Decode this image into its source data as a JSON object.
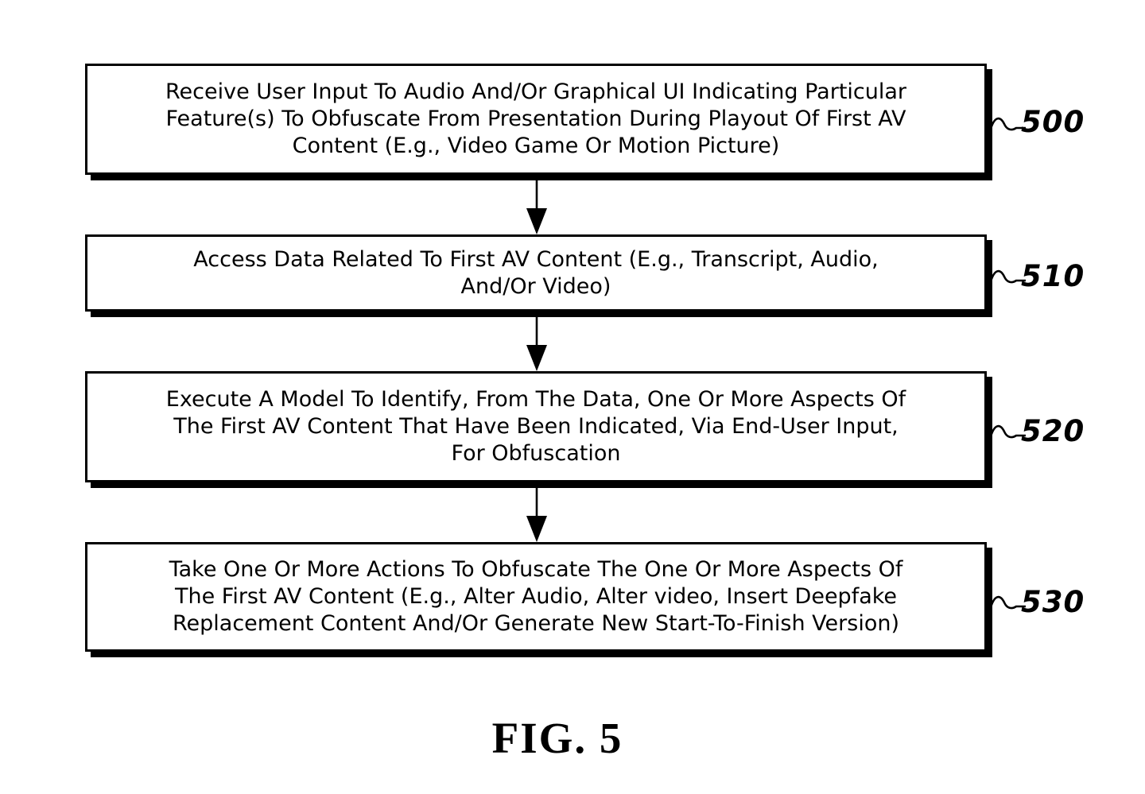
{
  "figure": {
    "caption": "FIG. 5",
    "colors": {
      "ink": "#000000",
      "paper": "#ffffff"
    },
    "steps": [
      {
        "ref": "500",
        "text": "Receive User Input To Audio And/Or Graphical UI Indicating Particular\nFeature(s) To Obfuscate From Presentation During Playout Of First AV\nContent (E.g., Video Game Or Motion Picture)"
      },
      {
        "ref": "510",
        "text": "Access Data Related To First AV Content (E.g., Transcript, Audio,\nAnd/Or Video)"
      },
      {
        "ref": "520",
        "text": "Execute A Model To Identify, From The Data, One Or More Aspects Of\nThe First AV Content That Have Been Indicated, Via End-User Input,\nFor Obfuscation"
      },
      {
        "ref": "530",
        "text": "Take One Or More Actions To Obfuscate The One Or More Aspects Of\nThe First AV Content (E.g., Alter Audio, Alter video, Insert Deepfake\nReplacement Content And/Or Generate New Start-To-Finish Version)"
      }
    ]
  }
}
